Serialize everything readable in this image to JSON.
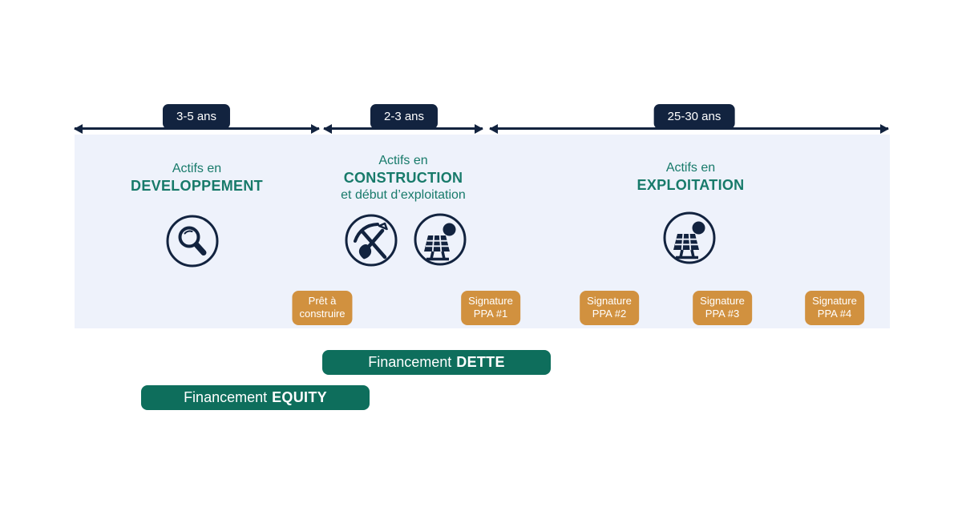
{
  "diagram": {
    "durations": [
      "3-5 ans",
      "2-3 ans",
      "25-30 ans"
    ],
    "phases": [
      {
        "intro": "Actifs en",
        "name": "DEVELOPPEMENT",
        "subtitle": ""
      },
      {
        "intro": "Actifs en",
        "name": "CONSTRUCTION",
        "subtitle": "et début d’exploitation"
      },
      {
        "intro": "Actifs en",
        "name": "EXPLOITATION",
        "subtitle": ""
      }
    ],
    "icons": [
      "magnifier-icon",
      "pickaxe-shovel-icon",
      "solar-panel-sun-icon",
      "solar-panel-sun-icon"
    ],
    "milestones": [
      {
        "line1": "Prêt à",
        "line2": "construire"
      },
      {
        "line1": "Signature",
        "line2": "PPA #1"
      },
      {
        "line1": "Signature",
        "line2": "PPA #2"
      },
      {
        "line1": "Signature",
        "line2": "PPA #3"
      },
      {
        "line1": "Signature",
        "line2": "PPA #4"
      }
    ],
    "financing": [
      {
        "prefix": "Financement",
        "type": "DETTE"
      },
      {
        "prefix": "Financement",
        "type": "EQUITY"
      }
    ],
    "colors": {
      "navy": "#12233f",
      "teal": "#177a6a",
      "orange": "#d1913f",
      "green": "#0e6e5c",
      "band": "#eef2fb"
    }
  }
}
